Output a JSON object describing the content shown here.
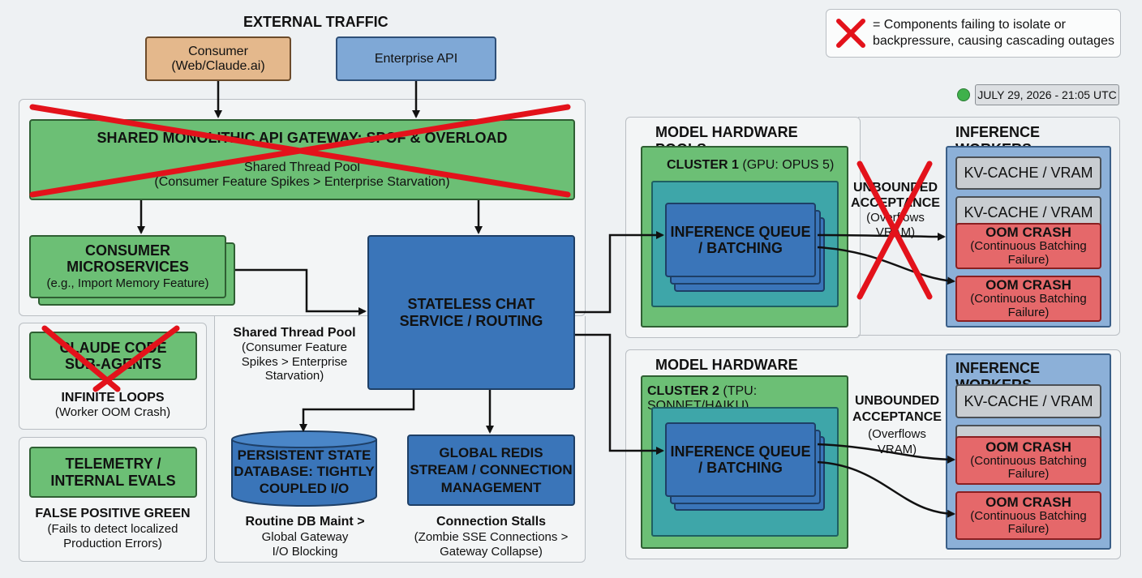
{
  "header": {
    "title": "EXTERNAL TRAFFIC"
  },
  "sources": {
    "consumer": [
      "Consumer",
      "(Web/Claude.ai)"
    ],
    "enterprise": "Enterprise API"
  },
  "legend": {
    "line1": "= Components failing to isolate or",
    "line2": "backpressure, causing cascading outages"
  },
  "timestamp": "JULY 29, 2026 - 21:05 UTC",
  "gateway": {
    "title": "SHARED MONOLITHIC API GATEWAY: SPOF & OVERLOAD",
    "line1": "Shared Thread Pool",
    "line2": "(Consumer Feature Spikes > Enterprise Starvation)"
  },
  "consumer_ms": {
    "title1": "CONSUMER",
    "title2": "MICROSERVICES",
    "sub": "(e.g., Import Memory Feature)"
  },
  "chat": {
    "line1": "STATELESS CHAT",
    "line2": "SERVICE / ROUTING"
  },
  "shared_pool_note": {
    "title": "Shared Thread Pool",
    "l1": "(Consumer Feature",
    "l2": "Spikes > Enterprise",
    "l3": "Starvation)"
  },
  "claude_code": {
    "l1": "CLAUDE CODE",
    "l2": "SUB-AGENTS",
    "caption": "INFINITE LOOPS",
    "sub": "(Worker OOM Crash)"
  },
  "telemetry": {
    "l1": "TELEMETRY /",
    "l2": "INTERNAL EVALS",
    "caption": "FALSE POSITIVE GREEN",
    "sub1": "(Fails to detect localized",
    "sub2": "Production Errors)"
  },
  "db": {
    "l1": "PERSISTENT STATE",
    "l2": "DATABASE: TIGHTLY",
    "l3": "COUPLED I/O",
    "cap1": "Routine DB Maint >",
    "cap2": "Global Gateway",
    "cap3": "I/O Blocking"
  },
  "redis": {
    "l1": "GLOBAL REDIS",
    "l2": "STREAM / CONNECTION",
    "l3": "MANAGEMENT",
    "cap1": "Connection Stalls",
    "cap2": "(Zombie SSE Connections >",
    "cap3": "Gateway Collapse)"
  },
  "pools_title": "MODEL HARDWARE POOLS",
  "workers_title": "INFERENCE WORKERS",
  "cluster1": {
    "name": "CLUSTER 1",
    "spec": "(GPU: OPUS 5)"
  },
  "cluster2": {
    "name": "CLUSTER 2",
    "spec": "(TPU: SONNET/HAIKU)"
  },
  "queue": {
    "l1": "INFERENCE QUEUE",
    "l2": "/ BATCHING"
  },
  "unbounded": {
    "l1": "UNBOUNDED",
    "l2": "ACCEPTANCE",
    "l3": "(Overflows VRAM)"
  },
  "kv": "KV-CACHE / VRAM",
  "oom": {
    "title": "OOM CRASH",
    "l1": "(Continuous Batching",
    "l2": "Failure)"
  },
  "colors": {
    "failure_x": "#e3121b",
    "green": "#6cbf75",
    "blue": "#3a75b9",
    "red": "#e5686a"
  }
}
